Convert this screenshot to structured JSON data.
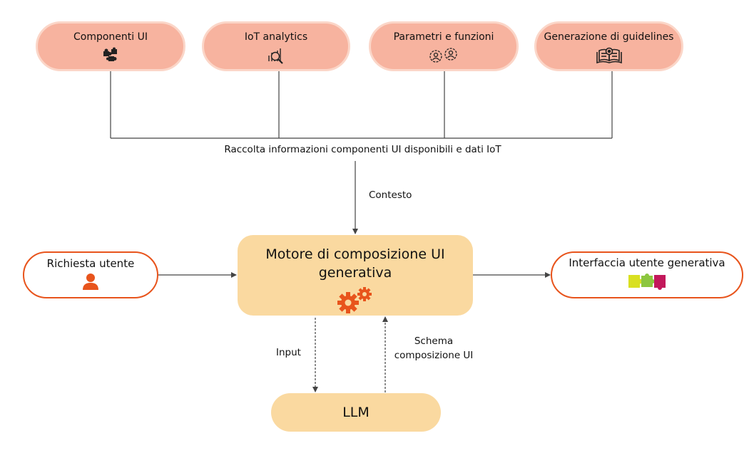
{
  "sources": [
    {
      "label": "Componenti UI",
      "icon": "puzzle-pieces-icon"
    },
    {
      "label": "IoT analytics",
      "icon": "analytics-magnifier-icon"
    },
    {
      "label": "Parametri e funzioni",
      "icon": "users-gear-icon"
    },
    {
      "label": "Generazione di guidelines",
      "icon": "open-book-icon"
    }
  ],
  "collection_label": "Raccolta informazioni componenti UI disponibili e dati IoT",
  "context_label": "Contesto",
  "user_request": {
    "label": "Richiesta utente",
    "icon": "user-icon"
  },
  "engine": {
    "label": "Motore di composizione UI generativa",
    "icon": "gears-icon"
  },
  "output": {
    "label": "Interfaccia utente generativa",
    "icon": "colored-puzzle-icon"
  },
  "llm": {
    "label": "LLM"
  },
  "input_label": "Input",
  "schema_label": "Schema composizione UI",
  "colors": {
    "source_fill": "#f7b39f",
    "engine_fill": "#fad9a0",
    "accent": "#e8541c",
    "line": "#444444"
  }
}
